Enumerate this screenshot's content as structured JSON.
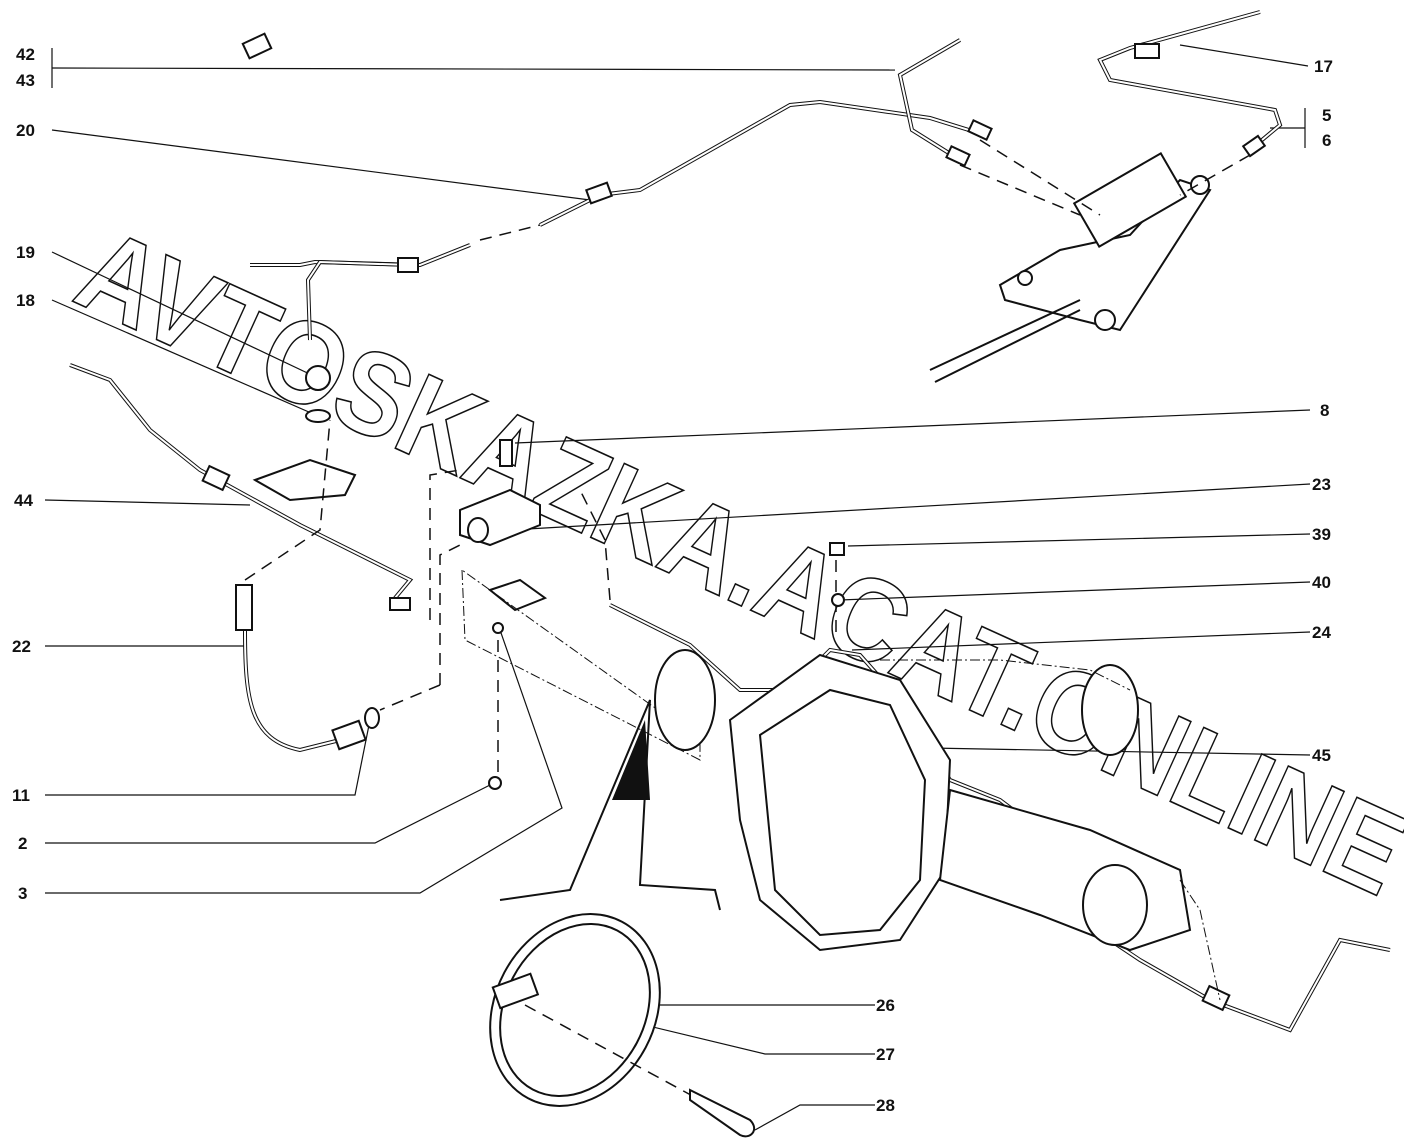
{
  "diagram": {
    "watermark": "AVTOSKAZKA.ACAT.ONLINE",
    "callouts": [
      {
        "key": "42",
        "text": "42"
      },
      {
        "key": "43",
        "text": "43"
      },
      {
        "key": "20",
        "text": "20"
      },
      {
        "key": "19",
        "text": "19"
      },
      {
        "key": "18",
        "text": "18"
      },
      {
        "key": "44",
        "text": "44"
      },
      {
        "key": "22",
        "text": "22"
      },
      {
        "key": "11",
        "text": "11"
      },
      {
        "key": "2",
        "text": "2"
      },
      {
        "key": "3",
        "text": "3"
      },
      {
        "key": "17",
        "text": "17"
      },
      {
        "key": "5",
        "text": "5"
      },
      {
        "key": "6",
        "text": "6"
      },
      {
        "key": "8",
        "text": "8"
      },
      {
        "key": "23",
        "text": "23"
      },
      {
        "key": "39",
        "text": "39"
      },
      {
        "key": "40",
        "text": "40"
      },
      {
        "key": "24",
        "text": "24"
      },
      {
        "key": "45",
        "text": "45"
      },
      {
        "key": "26",
        "text": "26"
      },
      {
        "key": "27",
        "text": "27"
      },
      {
        "key": "28",
        "text": "28"
      }
    ]
  }
}
